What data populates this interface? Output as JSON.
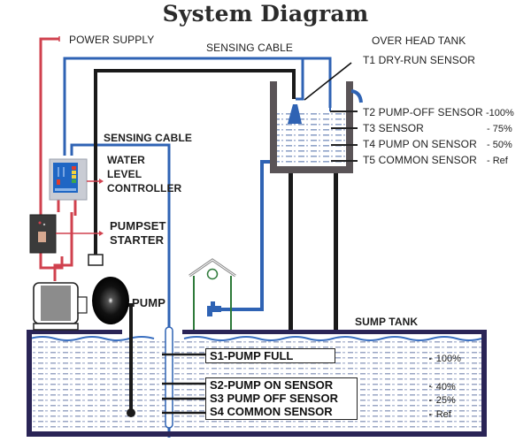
{
  "title": "System Diagram",
  "labels": {
    "power_supply": "POWER SUPPLY",
    "sensing_cable_top": "SENSING CABLE",
    "sensing_cable_mid": "SENSING CABLE",
    "water_level_controller": [
      "WATER",
      "LEVEL",
      "CONTROLLER"
    ],
    "pumpset_starter": [
      "PUMPSET",
      "STARTER"
    ],
    "pump": "PUMP",
    "over_head_tank": "OVER HEAD TANK",
    "sump_tank": "SUMP TANK"
  },
  "overhead_sensors": [
    {
      "id": "T1",
      "label": "T1 DRY-RUN SENSOR",
      "level": ""
    },
    {
      "id": "T2",
      "label": "T2 PUMP-OFF SENSOR",
      "level": "-100%"
    },
    {
      "id": "T3",
      "label": "T3 SENSOR",
      "level": "- 75%"
    },
    {
      "id": "T4",
      "label": "T4 PUMP ON SENSOR",
      "level": "- 50%"
    },
    {
      "id": "T5",
      "label": "T5 COMMON SENSOR",
      "level": "- Ref"
    }
  ],
  "sump_sensors": [
    {
      "id": "S1",
      "label": "S1-PUMP FULL",
      "level": "· 100%"
    },
    {
      "id": "S2",
      "label": "S2-PUMP ON SENSOR",
      "level": "· 40%"
    },
    {
      "id": "S3",
      "label": "S3 PUMP OFF SENSOR",
      "level": "· 25%"
    },
    {
      "id": "S4",
      "label": "S4 COMMON SENSOR",
      "level": "· Ref"
    }
  ],
  "colors": {
    "power_wire": "#d0414e",
    "sensing_cable": "#2f63b4",
    "pipe": "#1a1a1a",
    "tank_wall_overhead": "#5a5457",
    "tank_wall_sump": "#2a2456",
    "water_line": "#3a6fc0",
    "house": "#2e7a3a"
  }
}
